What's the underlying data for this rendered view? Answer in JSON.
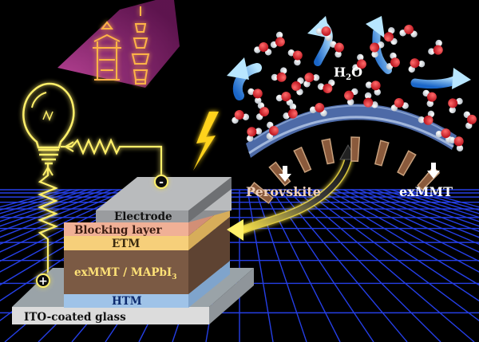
{
  "layers": {
    "electrode": "Electrode",
    "blocking": "Blocking layer",
    "etm": "ETM",
    "active_main": "exMMT / MAPbI",
    "active_sub": "3",
    "htm": "HTM",
    "glass": "ITO-coated glass"
  },
  "terminals": {
    "negative": "-",
    "positive": "+"
  },
  "molecule_label": {
    "main": "H",
    "sub": "2",
    "tail": "O"
  },
  "components": {
    "perovskite": "Perovskite",
    "exmmt": "exMMT"
  },
  "colors": {
    "background": "#000000",
    "grid": "#2a46ff",
    "wire": "#fff06a",
    "bolt": "#ffd21a",
    "spotlight": "#c93a9c",
    "water_oxygen": "#d8222a",
    "perovskite_tile": "#8a5a3c",
    "clay_sheet": "#5b7cc4",
    "arrow_blue": "#8fd0f5"
  },
  "icons": {
    "bulb": "light-bulb-icon",
    "bolt": "lightning-bolt-icon",
    "landmarks": "taipei-landmarks-icon"
  }
}
